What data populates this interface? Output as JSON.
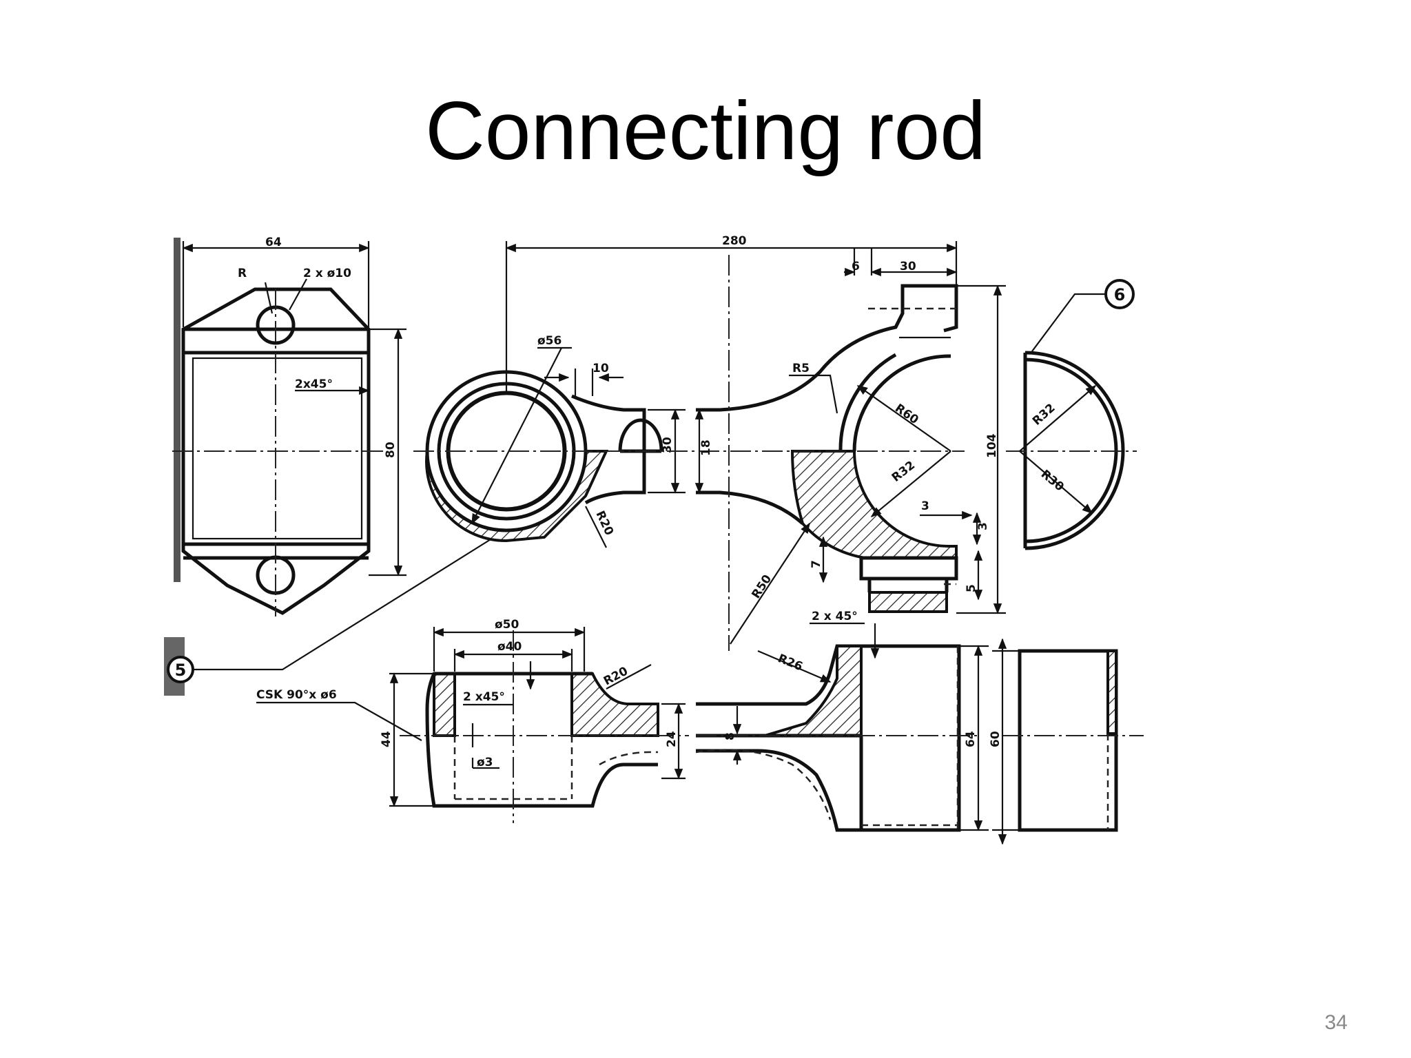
{
  "slide": {
    "title": "Connecting rod",
    "page_number": "34"
  },
  "drawing": {
    "balloons": [
      "5",
      "6"
    ],
    "dimensions": {
      "d64_top": "64",
      "R": "R",
      "holes": "2 x ø10",
      "chamfer_front": "2x45°",
      "d80": "80",
      "d280": "280",
      "d6": "6",
      "d30_top": "30",
      "dia56": "ø56",
      "d10": "10",
      "R5": "R5",
      "R60": "R60",
      "d30": "30",
      "d18": "18",
      "R32": "R32",
      "d104": "104",
      "R32_cap": "R32",
      "R30_cap": "R30",
      "R20_top": "R20",
      "d3a": "3",
      "d3b": "3",
      "d7": "7",
      "d5": "5",
      "R50": "R50",
      "chamfer_top": "2 x 45°",
      "dia50": "ø50",
      "dia40": "ø40",
      "R20_bottom": "R20",
      "R26": "R26",
      "csk": "CSK 90°x ø6",
      "chamfer_bottom": "2 x45°",
      "dia3": "ø3",
      "d44": "44",
      "d24": "24",
      "d8": "8",
      "d64_bottom": "64",
      "d60": "60"
    }
  }
}
